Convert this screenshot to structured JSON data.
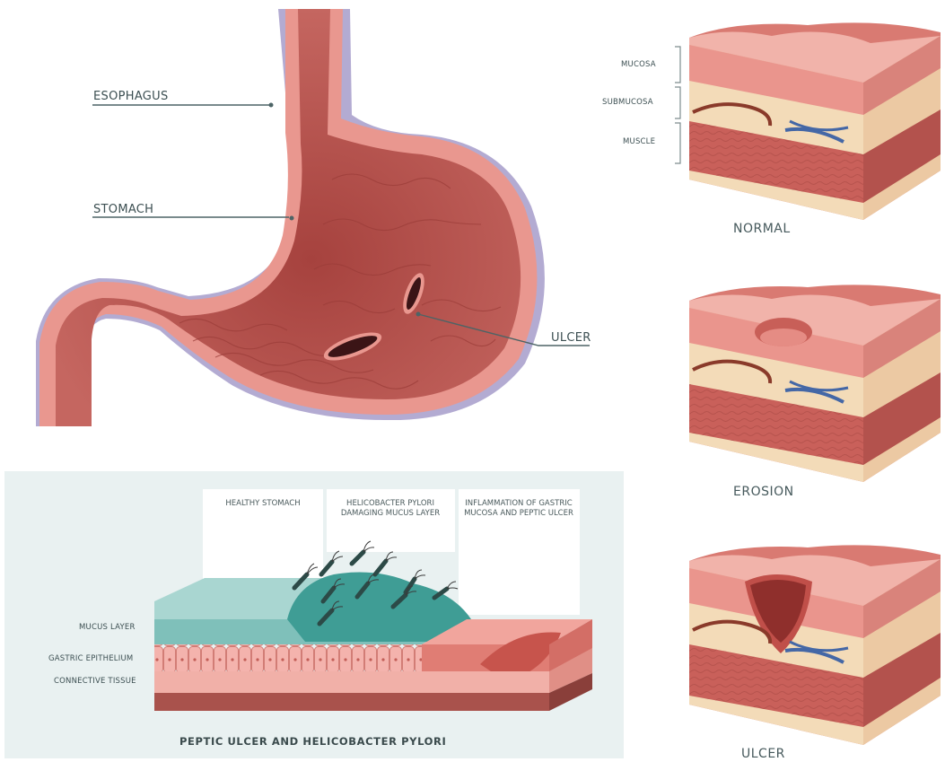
{
  "stomach": {
    "labels": {
      "esophagus": "ESOPHAGUS",
      "stomach": "STOMACH",
      "ulcer": "ULCER"
    }
  },
  "layers": {
    "brackets": {
      "mucosa": "MUCOSA",
      "submucosa": "SUBMUCOSA",
      "muscle": "MUSCLE"
    },
    "stages": [
      "NORMAL",
      "EROSION",
      "ULCER"
    ]
  },
  "hpylori": {
    "columns": [
      "HEALTHY STOMACH",
      "HELICOBACTER PYLORI DAMAGING MUCUS LAYER",
      "INFLAMMATION OF GASTRIC MUCOSA AND PEPTIC ULCER"
    ],
    "layer_labels": [
      "MUCUS LAYER",
      "GASTRIC EPITHELIUM",
      "CONNECTIVE TISSUE"
    ],
    "title": "PEPTIC ULCER AND HELICOBACTER PYLORI"
  },
  "colors": {
    "outline": "#dd7f76",
    "stomach_inner": "#b8544f",
    "muscle": "#c9605a",
    "submucosa": "#f3dbb8",
    "mucus": "#6fb9b3",
    "panel_bg": "#e9f1f1",
    "label_text": "#3c4f52"
  }
}
